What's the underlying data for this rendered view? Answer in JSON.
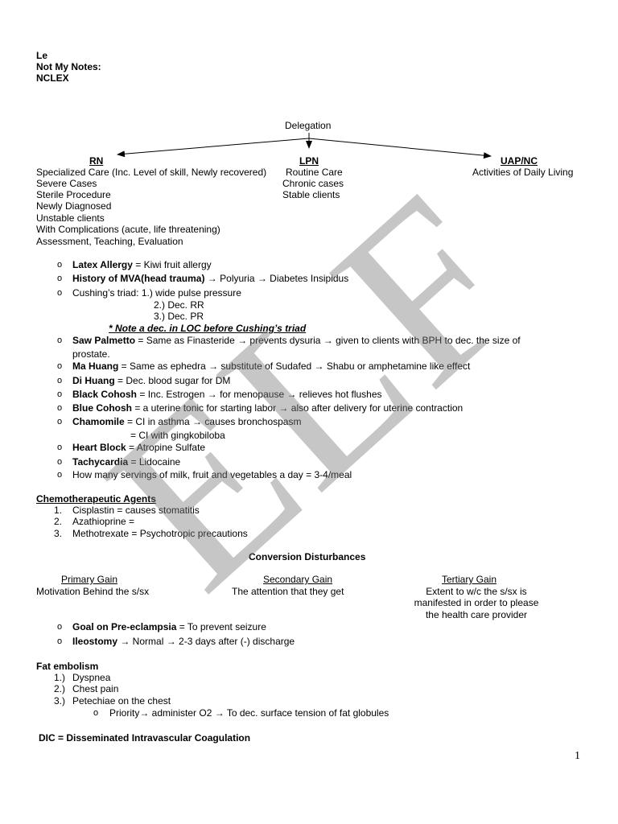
{
  "header": {
    "line1": "Le",
    "line2": "Not My Notes:",
    "line3": "NCLEX"
  },
  "delegation": {
    "title": "Delegation",
    "rn": {
      "label": "RN",
      "items": [
        "Specialized Care (Inc. Level of skill, Newly recovered)",
        "Severe Cases",
        "Sterile Procedure",
        "Newly Diagnosed",
        "Unstable clients",
        "With Complications (acute, life threatening)",
        "Assessment, Teaching, Evaluation"
      ]
    },
    "lpn": {
      "label": "LPN",
      "items": [
        "Routine Care",
        "Chronic cases",
        "Stable clients"
      ]
    },
    "uap": {
      "label": "UAP/NC",
      "items": [
        "Activities of Daily Living"
      ]
    }
  },
  "bullets1": [
    {
      "bold": "Latex Allergy",
      "rest": " = Kiwi fruit allergy"
    },
    {
      "bold": "History of MVA(head trauma)",
      "rest": " → Polyuria → Diabetes Insipidus"
    },
    {
      "bold": "",
      "rest": "Cushing’s triad: 1.) wide pulse pressure"
    }
  ],
  "cushing": {
    "l2": "2.) Dec. RR",
    "l3": "3.) Dec. PR",
    "note": "* Note a dec. in LOC before Cushing’s triad"
  },
  "bullets2": [
    {
      "bold": "Saw Palmetto",
      "rest": " = Same as Finasteride → prevents dysuria → given to clients with BPH to dec. the size of",
      "cont": "prostate."
    },
    {
      "bold": "Ma Huang",
      "rest": " = Same as ephedra → substitute of Sudafed → Shabu or amphetamine like effect"
    },
    {
      "bold": "Di Huang",
      "rest": " = Dec. blood sugar for DM"
    },
    {
      "bold": "Black Cohosh",
      "rest": " = Inc. Estrogen → for menopause → relieves hot flushes"
    },
    {
      "bold": "Blue Cohosh",
      "rest": " = a uterine tonic for starting labor → also after delivery for uterine contraction"
    },
    {
      "bold": "Chamomile",
      "rest": " = CI in asthma → causes bronchospasm",
      "cont": "= CI with gingkobiloba"
    },
    {
      "bold": "Heart Block",
      "rest": " = Atropine Sulfate"
    },
    {
      "bold": "Tachycardia",
      "rest": " = Lidocaine"
    },
    {
      "bold": "",
      "rest": "How many servings of milk, fruit and vegetables a day = 3-4/meal"
    }
  ],
  "chemo": {
    "heading": "Chemotherapeutic Agents",
    "items": [
      {
        "num": "1.",
        "text": "Cisplastin = causes stomatitis"
      },
      {
        "num": "2.",
        "text": "Azathioprine ="
      },
      {
        "num": "3.",
        "text": "Methotrexate = Psychotropic precautions"
      }
    ]
  },
  "conversion": {
    "heading": "Conversion Disturbances",
    "primary": {
      "label": "Primary Gain",
      "text": "Motivation Behind the s/sx"
    },
    "secondary": {
      "label": "Secondary Gain",
      "text": "The attention that they get"
    },
    "tertiary": {
      "label": "Tertiary Gain",
      "lines": [
        "Extent to w/c the s/sx is",
        "manifested in order to please",
        "the health care provider"
      ]
    }
  },
  "bullets3": [
    {
      "bold": "Goal on Pre-eclampsia",
      "rest": " = To prevent seizure"
    },
    {
      "bold": "Ileostomy",
      "rest": " → Normal → 2-3 days after (-) discharge"
    }
  ],
  "fat": {
    "heading": "Fat embolism",
    "items": [
      {
        "num": "1.)",
        "text": "Dyspnea"
      },
      {
        "num": "2.)",
        "text": "Chest pain"
      },
      {
        "num": "3.)",
        "text": "Petechiae on the chest"
      }
    ],
    "sub": "Priority→ administer O2 → To dec. surface tension of fat globules"
  },
  "dic": "DIC = Disseminated Intravascular Coagulation",
  "page_number": "1",
  "watermark": "ELF"
}
